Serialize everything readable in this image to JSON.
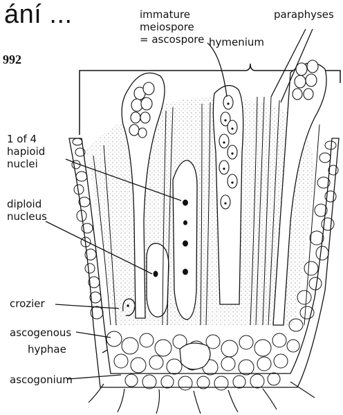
{
  "header": {
    "title": "ání ...",
    "year": "992"
  },
  "labels": {
    "immature": "immature",
    "meiospore": "meiospore",
    "ascospore": "= ascospore",
    "paraphyses": "paraphyses",
    "hymenium": "hymenium",
    "haploid_1": "1 of 4",
    "haploid_2": "hapioid",
    "haploid_3": "nuclei",
    "diploid_1": "diploid",
    "diploid_2": "nucleus",
    "crozier": "crozier",
    "ascogenous_1": "ascogenous",
    "ascogenous_2": "hyphae",
    "ascogonium": "ascogonium"
  }
}
